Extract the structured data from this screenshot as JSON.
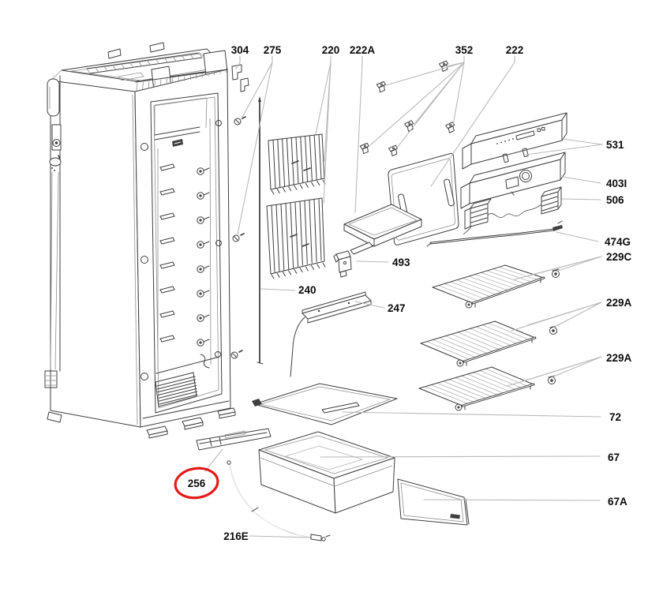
{
  "page": {
    "background": "#ffffff"
  },
  "colors": {
    "line": "#3f3f3f",
    "leader": "#b9b9b9",
    "highlight": "#e21b1b",
    "text": "#0b0b0b",
    "background": "#ffffff"
  },
  "diagram": {
    "kind": "exploded-parts-diagram",
    "highlighted_part": "256"
  },
  "labels": [
    {
      "id": "top-1",
      "text": "304",
      "highlighted": false
    },
    {
      "id": "top-2",
      "text": "275",
      "highlighted": false
    },
    {
      "id": "top-3",
      "text": "220",
      "highlighted": false
    },
    {
      "id": "top-4",
      "text": "222A",
      "highlighted": false
    },
    {
      "id": "top-5",
      "text": "352",
      "highlighted": false
    },
    {
      "id": "top-6",
      "text": "222",
      "highlighted": false
    },
    {
      "id": "right-1",
      "text": "531",
      "highlighted": false
    },
    {
      "id": "right-2",
      "text": "403I",
      "highlighted": false
    },
    {
      "id": "right-3",
      "text": "506",
      "highlighted": false
    },
    {
      "id": "right-4",
      "text": "474G",
      "highlighted": false
    },
    {
      "id": "right-5",
      "text": "229C",
      "highlighted": false
    },
    {
      "id": "right-6",
      "text": "229A",
      "highlighted": false
    },
    {
      "id": "right-7",
      "text": "229A",
      "highlighted": false
    },
    {
      "id": "right-8",
      "text": "72",
      "highlighted": false
    },
    {
      "id": "right-9",
      "text": "67",
      "highlighted": false
    },
    {
      "id": "right-10",
      "text": "67A",
      "highlighted": false
    },
    {
      "id": "mid-1",
      "text": "493",
      "highlighted": false
    },
    {
      "id": "mid-2",
      "text": "240",
      "highlighted": false
    },
    {
      "id": "mid-3",
      "text": "247",
      "highlighted": false
    },
    {
      "id": "bottom-1",
      "text": "256",
      "highlighted": true
    },
    {
      "id": "bottom-2",
      "text": "216E",
      "highlighted": false
    }
  ]
}
